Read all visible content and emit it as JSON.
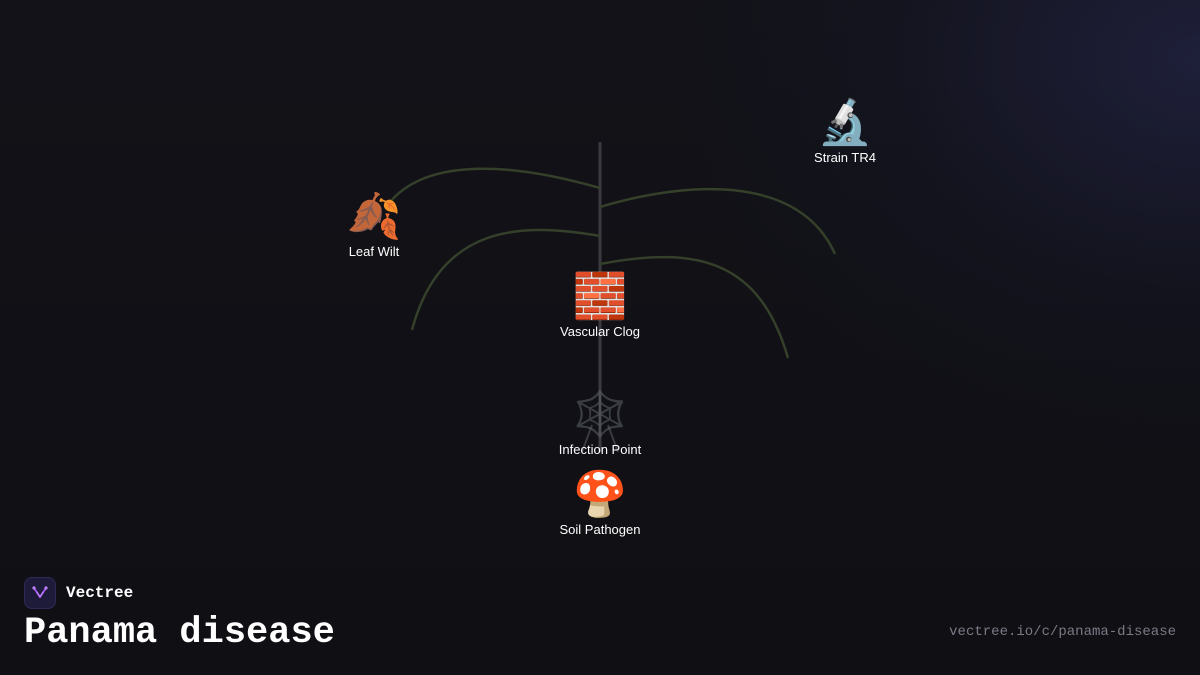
{
  "brand": {
    "name": "Vectree",
    "logo_icon": "vectree-logo-icon",
    "accent_color": "#a855f7"
  },
  "title": "Panama disease",
  "url": "vectree.io/c/panama-disease",
  "diagram": {
    "stem_color": "#3a3a40",
    "branch_color": "#34402a",
    "nodes": [
      {
        "id": "strain-tr4",
        "icon": "microscope-icon",
        "emoji": "🔬",
        "label": "Strain TR4"
      },
      {
        "id": "leaf-wilt",
        "icon": "falling-leaves-icon",
        "emoji": "🍂",
        "label": "Leaf Wilt"
      },
      {
        "id": "vascular-clog",
        "icon": "brick-wall-icon",
        "emoji": "🧱",
        "label": "Vascular Clog"
      },
      {
        "id": "infection-point",
        "icon": "spider-web-icon",
        "emoji": "🕸️",
        "label": "Infection Point"
      },
      {
        "id": "soil-pathogen",
        "icon": "mushroom-icon",
        "emoji": "🍄",
        "label": "Soil Pathogen"
      }
    ]
  }
}
